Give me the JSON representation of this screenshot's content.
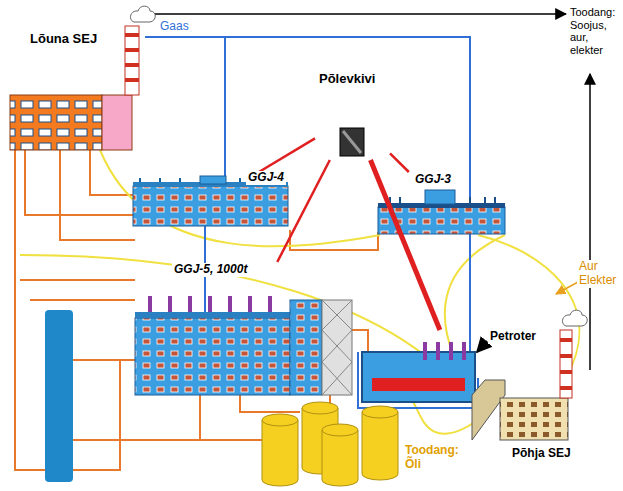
{
  "diagram": {
    "nodes": [
      {
        "text": [
          "Lõuna SEJ"
        ]
      },
      {
        "text": [
          "Põlevkivi"
        ]
      },
      {
        "text": [
          "GGJ-4"
        ]
      },
      {
        "text": [
          "GGJ-3"
        ]
      },
      {
        "text": [
          "GGJ-5, 1000t"
        ]
      },
      {
        "text": [
          "Petroter"
        ]
      },
      {
        "text": [
          "Põhja SEJ"
        ]
      },
      {
        "text": [
          "Toodang: Õli"
        ]
      }
    ],
    "edges": [
      {
        "from": 1,
        "to": 2,
        "arrow": "none"
      },
      {
        "from": 1,
        "to": 3,
        "arrow": "none"
      },
      {
        "from": 1,
        "to": 4,
        "arrow": "none"
      },
      {
        "from": 1,
        "to": 5,
        "arrow": "none"
      }
    ],
    "labels": [
      "Gaas",
      "Toodang: Soojus, aur, elekter",
      "Aur Elekter"
    ]
  }
}
